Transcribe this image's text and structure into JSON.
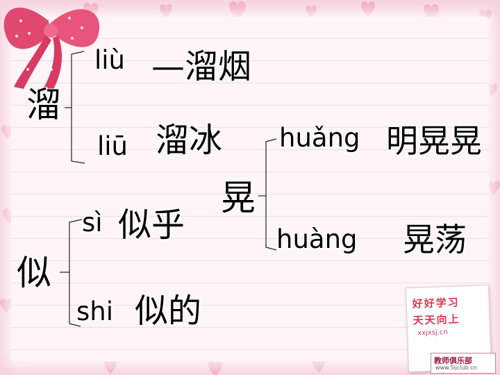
{
  "groups": [
    {
      "head": "溜",
      "branches": [
        {
          "pinyin": "liù",
          "word": "—溜烟"
        },
        {
          "pinyin": "liū",
          "word": "溜冰"
        }
      ]
    },
    {
      "head": "似",
      "branches": [
        {
          "pinyin": "sì",
          "word": "似乎"
        },
        {
          "pinyin": "shi",
          "word": "似的"
        }
      ]
    },
    {
      "head": "晃",
      "branches": [
        {
          "pinyin": "huǎng",
          "word": "明晃晃"
        },
        {
          "pinyin": "huàng",
          "word": "晃荡"
        }
      ]
    }
  ],
  "decor": {
    "stamp_line1": "好好学习",
    "stamp_line2": "天天向上",
    "stamp_url": "xxjxsj.cn",
    "club_name": "教师俱乐部",
    "club_url": "www.5ijclub.cn"
  },
  "colors": {
    "background": "#f6d3df",
    "paper": "#fdf5f8",
    "ribbon": "#e04870",
    "text": "#000000"
  }
}
